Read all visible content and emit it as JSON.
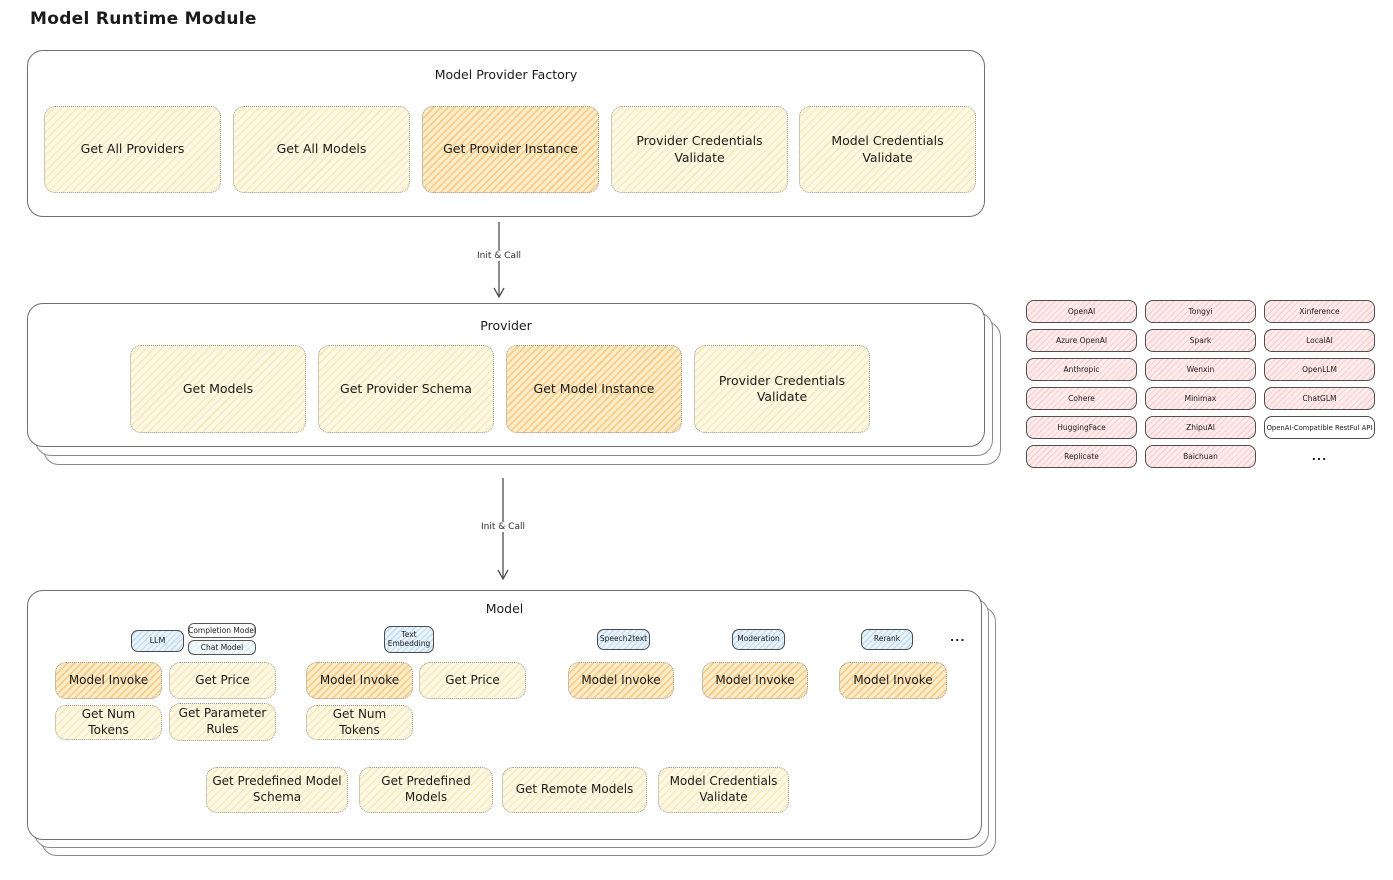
{
  "page": {
    "title": "Model Runtime Module"
  },
  "colors": {
    "ink": "#1b1b1b",
    "container-border": "#6f6f6f",
    "node-yellow": "#fdf8e4",
    "node-yellow-stripe": "#f0cd6950",
    "node-orange": "#fbecca",
    "node-orange-stripe": "#f3a63b6e",
    "chip-pink": "#ffeded",
    "chip-pink-stripe": "#f0828247",
    "tag-blue": "#e9f3fb",
    "tag-blue-stripe": "#6eaadc52"
  },
  "arrows": [
    {
      "label": "Init & Call"
    },
    {
      "label": "Init & Call"
    }
  ],
  "factory": {
    "title": "Model Provider Factory",
    "buttons": [
      {
        "label": "Get All Providers",
        "highlighted": false
      },
      {
        "label": "Get All Models",
        "highlighted": false
      },
      {
        "label": "Get Provider Instance",
        "highlighted": true
      },
      {
        "label": "Provider Credentials Validate",
        "highlighted": false
      },
      {
        "label": "Model Credentials Validate",
        "highlighted": false
      }
    ]
  },
  "provider": {
    "title": "Provider",
    "buttons": [
      {
        "label": "Get Models",
        "highlighted": false
      },
      {
        "label": "Get Provider Schema",
        "highlighted": false
      },
      {
        "label": "Get Model Instance",
        "highlighted": true
      },
      {
        "label": "Provider Credentials Validate",
        "highlighted": false
      }
    ]
  },
  "providers": {
    "items": [
      "OpenAI",
      "Tongyi",
      "Xinference",
      "Azure OpenAI",
      "Spark",
      "LocalAI",
      "Anthropic",
      "Wenxin",
      "OpenLLM",
      "Cohere",
      "Minimax",
      "ChatGLM",
      "HuggingFace",
      "ZhipuAI",
      "OpenAI-Compatible RestFul API",
      "Replicate",
      "Baichuan"
    ],
    "more": "..."
  },
  "model": {
    "title": "Model",
    "tags": {
      "llm": "LLM",
      "completion": "Completion Model",
      "chat": "Chat Model",
      "embedding": "Text Embedding",
      "speech2text": "Speech2text",
      "moderation": "Moderation",
      "rerank": "Rerank",
      "more": "..."
    },
    "llm": {
      "invoke": "Model Invoke",
      "price": "Get Price",
      "tokens": "Get Num Tokens",
      "rules": "Get Parameter Rules"
    },
    "embedding": {
      "invoke": "Model Invoke",
      "price": "Get Price",
      "tokens": "Get Num Tokens"
    },
    "speech2text": {
      "invoke": "Model Invoke"
    },
    "moderation": {
      "invoke": "Model Invoke"
    },
    "rerank": {
      "invoke": "Model Invoke"
    },
    "bottom": [
      {
        "label": "Get Predefined Model Schema"
      },
      {
        "label": "Get Predefined Models"
      },
      {
        "label": "Get Remote Models"
      },
      {
        "label": "Model Credentials Validate"
      }
    ]
  }
}
